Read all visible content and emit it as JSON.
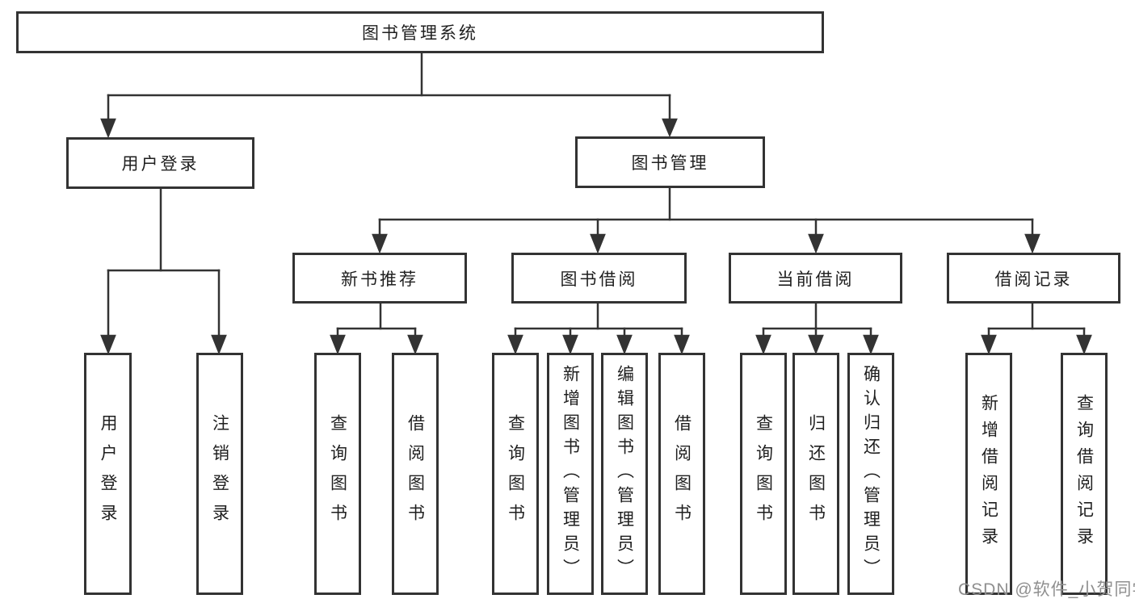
{
  "tree": {
    "root": {
      "label": "图书管理系统",
      "children": [
        {
          "label": "用户登录",
          "children": [
            {
              "label": "用户登录"
            },
            {
              "label": "注销登录"
            }
          ]
        },
        {
          "label": "图书管理",
          "children": [
            {
              "label": "新书推荐",
              "children": [
                {
                  "label": "查询图书"
                },
                {
                  "label": "借阅图书"
                }
              ]
            },
            {
              "label": "图书借阅",
              "children": [
                {
                  "label": "查询图书"
                },
                {
                  "label": "新增图书（管理员）"
                },
                {
                  "label": "编辑图书（管理员）"
                },
                {
                  "label": "借阅图书"
                }
              ]
            },
            {
              "label": "当前借阅",
              "children": [
                {
                  "label": "查询图书"
                },
                {
                  "label": "归还图书"
                },
                {
                  "label": "确认归还（管理员）"
                }
              ]
            },
            {
              "label": "借阅记录",
              "children": [
                {
                  "label": "新增借阅记录"
                },
                {
                  "label": "查询借阅记录"
                }
              ]
            }
          ]
        }
      ]
    }
  },
  "watermark": {
    "text": "CSDN @软件_小贺同学"
  },
  "colors": {
    "line": "#333333",
    "box_border": "#333333",
    "box_fill": "#ffffff",
    "text": "#1f1f1f",
    "watermark": "#8f8f8f",
    "background": "#ffffff"
  }
}
